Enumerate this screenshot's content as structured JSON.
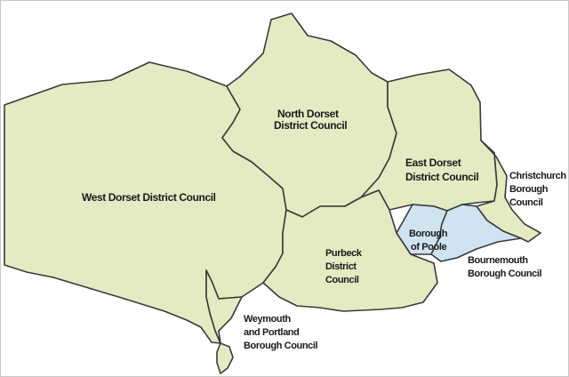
{
  "colors": {
    "land": "#e4ebc3",
    "poole": "#cfe3f1",
    "border": "#3a3a3a",
    "text": "#1a1a1a"
  },
  "labels": {
    "west_dorset": "West Dorset District Council",
    "north_dorset_1": "North Dorset",
    "north_dorset_2": "District Council",
    "east_dorset_1": "East Dorset",
    "east_dorset_2": "District Council",
    "christchurch_1": "Christchurch",
    "christchurch_2": "Borough",
    "christchurch_3": "Council",
    "poole_1": "Borough",
    "poole_2": "of Poole",
    "purbeck_1": "Purbeck",
    "purbeck_2": "District",
    "purbeck_3": "Council",
    "bournemouth_1": "Bournemouth",
    "bournemouth_2": "Borough Council",
    "weymouth_1": "Weymouth",
    "weymouth_2": "and Portland",
    "weymouth_3": "Borough Council"
  }
}
